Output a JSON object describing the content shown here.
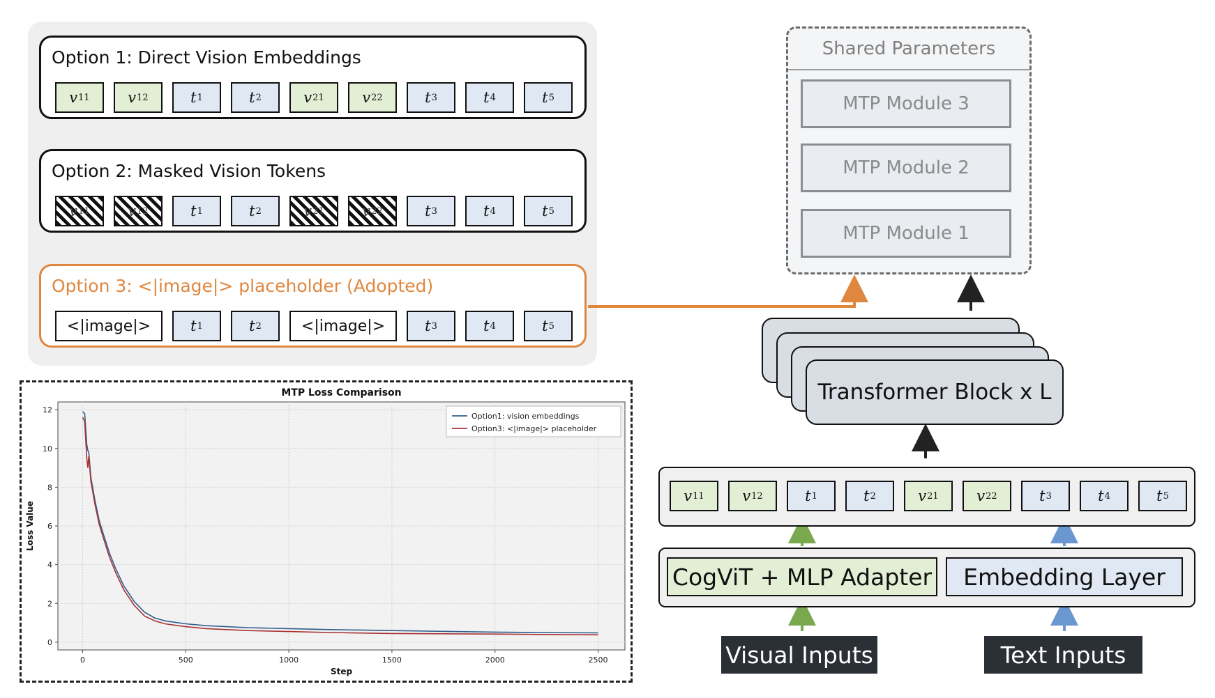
{
  "options": [
    {
      "title": "Option 1: Direct Vision Embeddings",
      "tokens": [
        {
          "kind": "vis",
          "base": "v",
          "sub": "11"
        },
        {
          "kind": "vis",
          "base": "v",
          "sub": "12"
        },
        {
          "kind": "txt",
          "base": "t",
          "sub": "1"
        },
        {
          "kind": "txt",
          "base": "t",
          "sub": "2"
        },
        {
          "kind": "vis",
          "base": "v",
          "sub": "21"
        },
        {
          "kind": "vis",
          "base": "v",
          "sub": "22"
        },
        {
          "kind": "txt",
          "base": "t",
          "sub": "3"
        },
        {
          "kind": "txt",
          "base": "t",
          "sub": "4"
        },
        {
          "kind": "txt",
          "base": "t",
          "sub": "5"
        }
      ]
    },
    {
      "title": "Option 2: Masked Vision Tokens",
      "tokens": [
        {
          "kind": "masked",
          "base": "v",
          "sub": "11"
        },
        {
          "kind": "masked",
          "base": "v",
          "sub": "12"
        },
        {
          "kind": "txt",
          "base": "t",
          "sub": "1"
        },
        {
          "kind": "txt",
          "base": "t",
          "sub": "2"
        },
        {
          "kind": "masked",
          "base": "v",
          "sub": "21"
        },
        {
          "kind": "masked",
          "base": "v",
          "sub": "22"
        },
        {
          "kind": "txt",
          "base": "t",
          "sub": "3"
        },
        {
          "kind": "txt",
          "base": "t",
          "sub": "4"
        },
        {
          "kind": "txt",
          "base": "t",
          "sub": "5"
        }
      ]
    },
    {
      "title": "Option 3: <|image|> placeholder (Adopted)",
      "tokens": [
        {
          "kind": "ph",
          "base": "<|image|>",
          "sub": ""
        },
        {
          "kind": "txt",
          "base": "t",
          "sub": "1"
        },
        {
          "kind": "txt",
          "base": "t",
          "sub": "2"
        },
        {
          "kind": "ph",
          "base": "<|image|>",
          "sub": ""
        },
        {
          "kind": "txt",
          "base": "t",
          "sub": "3"
        },
        {
          "kind": "txt",
          "base": "t",
          "sub": "4"
        },
        {
          "kind": "txt",
          "base": "t",
          "sub": "5"
        }
      ]
    }
  ],
  "architecture": {
    "shared_title": "Shared Parameters",
    "mtp_modules": [
      "MTP Module 3",
      "MTP Module 2",
      "MTP Module 1"
    ],
    "transformer_label": "Transformer Block x L",
    "sequence_tokens": [
      {
        "kind": "vis",
        "base": "v",
        "sub": "11"
      },
      {
        "kind": "vis",
        "base": "v",
        "sub": "12"
      },
      {
        "kind": "txt",
        "base": "t",
        "sub": "1"
      },
      {
        "kind": "txt",
        "base": "t",
        "sub": "2"
      },
      {
        "kind": "vis",
        "base": "v",
        "sub": "21"
      },
      {
        "kind": "vis",
        "base": "v",
        "sub": "22"
      },
      {
        "kind": "txt",
        "base": "t",
        "sub": "3"
      },
      {
        "kind": "txt",
        "base": "t",
        "sub": "4"
      },
      {
        "kind": "txt",
        "base": "t",
        "sub": "5"
      }
    ],
    "vision_encoder": "CogViT + MLP Adapter",
    "embedding_layer": "Embedding Layer",
    "visual_inputs": "Visual Inputs",
    "text_inputs": "Text Inputs"
  },
  "colors": {
    "vision_token": "#e3efd5",
    "text_token": "#dfe8f3",
    "adopted": "#e0873f",
    "arrow_vision": "#7aa84e",
    "arrow_text": "#6b97d0",
    "series_option1": "#2e5d8c",
    "series_option3": "#a83232"
  },
  "chart_data": {
    "type": "line",
    "title": "MTP Loss Comparison",
    "xlabel": "Step",
    "ylabel": "Loss Value",
    "xlim": [
      -120,
      2630
    ],
    "ylim": [
      -0.4,
      12.4
    ],
    "xticks": [
      0,
      500,
      1000,
      1500,
      2000,
      2500
    ],
    "yticks": [
      0,
      2,
      4,
      6,
      8,
      10,
      12
    ],
    "grid": true,
    "legend_position": "top-right",
    "series": [
      {
        "name": "Option1: vision embeddings",
        "x": [
          0,
          10,
          20,
          25,
          30,
          40,
          60,
          80,
          100,
          130,
          160,
          200,
          250,
          300,
          350,
          400,
          500,
          600,
          800,
          1000,
          1200,
          1500,
          1800,
          2000,
          2200,
          2500
        ],
        "y": [
          11.9,
          11.8,
          10.2,
          9.9,
          9.8,
          8.5,
          7.3,
          6.3,
          5.6,
          4.6,
          3.8,
          2.9,
          2.1,
          1.55,
          1.25,
          1.1,
          0.95,
          0.85,
          0.75,
          0.7,
          0.65,
          0.6,
          0.55,
          0.52,
          0.5,
          0.48
        ]
      },
      {
        "name": "Option3: <|image|> placeholder",
        "x": [
          0,
          10,
          20,
          25,
          30,
          40,
          60,
          80,
          100,
          130,
          160,
          200,
          250,
          300,
          350,
          400,
          500,
          600,
          800,
          1000,
          1200,
          1500,
          1800,
          2000,
          2200,
          2500
        ],
        "y": [
          11.6,
          11.4,
          9.5,
          9.0,
          9.6,
          8.3,
          7.1,
          6.1,
          5.4,
          4.4,
          3.6,
          2.7,
          1.9,
          1.35,
          1.1,
          0.95,
          0.8,
          0.7,
          0.6,
          0.55,
          0.5,
          0.45,
          0.43,
          0.42,
          0.4,
          0.38
        ]
      }
    ]
  }
}
